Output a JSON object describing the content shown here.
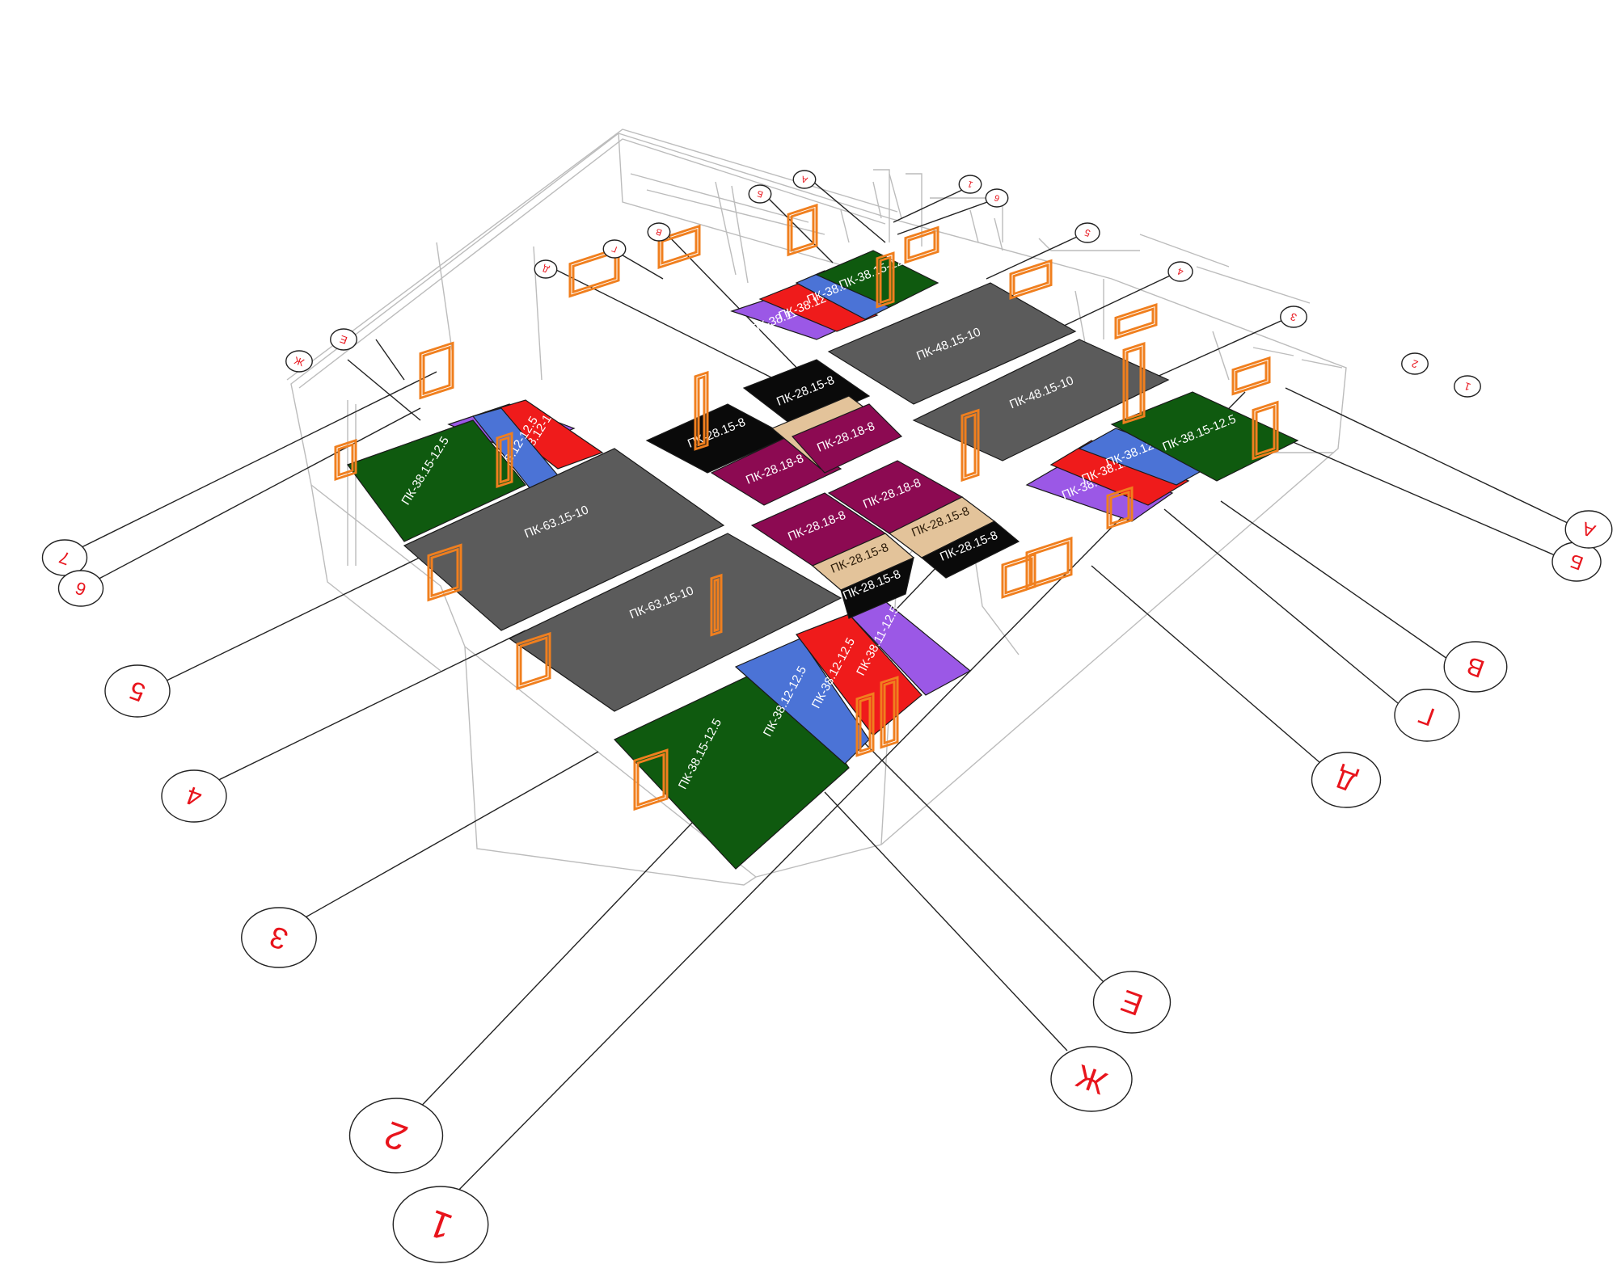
{
  "colors": {
    "green": "#0f5a0f",
    "blue": "#4b73d6",
    "red": "#ef1b1b",
    "purple": "#9b58e6",
    "gray": "#5b5b5b",
    "black": "#0a0a0a",
    "maroon": "#8c0a52",
    "tan": "#e3c39a",
    "window": "#f07f1e",
    "bubble": "#e8141c",
    "wire": "#b4b4b4"
  },
  "axis_bubbles": [
    {
      "id": "7",
      "label": "7"
    },
    {
      "id": "6",
      "label": "6"
    },
    {
      "id": "5",
      "label": "5"
    },
    {
      "id": "4",
      "label": "4"
    },
    {
      "id": "3",
      "label": "3"
    },
    {
      "id": "2",
      "label": "2"
    },
    {
      "id": "1",
      "label": "1"
    },
    {
      "id": "Ж",
      "label": "Ж"
    },
    {
      "id": "Е",
      "label": "Е"
    },
    {
      "id": "Д",
      "label": "Д"
    },
    {
      "id": "Г",
      "label": "Г"
    },
    {
      "id": "В",
      "label": "В"
    },
    {
      "id": "Б",
      "label": "Б"
    },
    {
      "id": "А",
      "label": "А"
    },
    {
      "id": "Ж-top",
      "label": "Ж"
    },
    {
      "id": "Е-top",
      "label": "Е"
    },
    {
      "id": "Д-top",
      "label": "Д"
    },
    {
      "id": "Г-top",
      "label": "Г"
    },
    {
      "id": "В-top",
      "label": "В"
    },
    {
      "id": "Б-top",
      "label": "Б"
    },
    {
      "id": "А-top",
      "label": "А"
    },
    {
      "id": "1-top",
      "label": "1"
    },
    {
      "id": "6-top",
      "label": "6"
    },
    {
      "id": "5-top",
      "label": "5"
    },
    {
      "id": "4-top",
      "label": "4"
    },
    {
      "id": "3-top",
      "label": "3"
    },
    {
      "id": "2-top",
      "label": "2"
    },
    {
      "id": "1-top2",
      "label": "1"
    }
  ],
  "slab_labels": {
    "pk63": "ПК-63.15-10",
    "pk48": "ПК-48.15-10",
    "pk38_15": "ПК-38.15-12.5",
    "pk38_12": "ПК-38.12-12.5",
    "pk38_11": "ПК-38.11-12.5",
    "pk28_15": "ПК-28.15-8",
    "pk28_18": "ПК-28.18-8"
  }
}
